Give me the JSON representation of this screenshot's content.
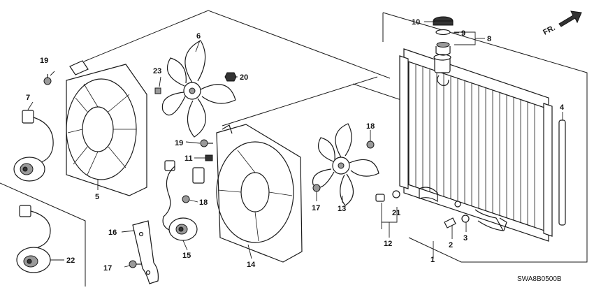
{
  "diagram": {
    "code": "SWA8B0500B",
    "direction_label": "FR.",
    "callouts": {
      "c1": "1",
      "c2": "2",
      "c3": "3",
      "c4": "4",
      "c5": "5",
      "c6": "6",
      "c7": "7",
      "c8": "8",
      "c9": "9",
      "c10": "10",
      "c11": "11",
      "c12": "12",
      "c13": "13",
      "c14": "14",
      "c15": "15",
      "c16": "16",
      "c17a": "17",
      "c17b": "17",
      "c18a": "18",
      "c18b": "18",
      "c19a": "19",
      "c19b": "19",
      "c20": "20",
      "c21": "21",
      "c22": "22",
      "c23": "23"
    }
  }
}
